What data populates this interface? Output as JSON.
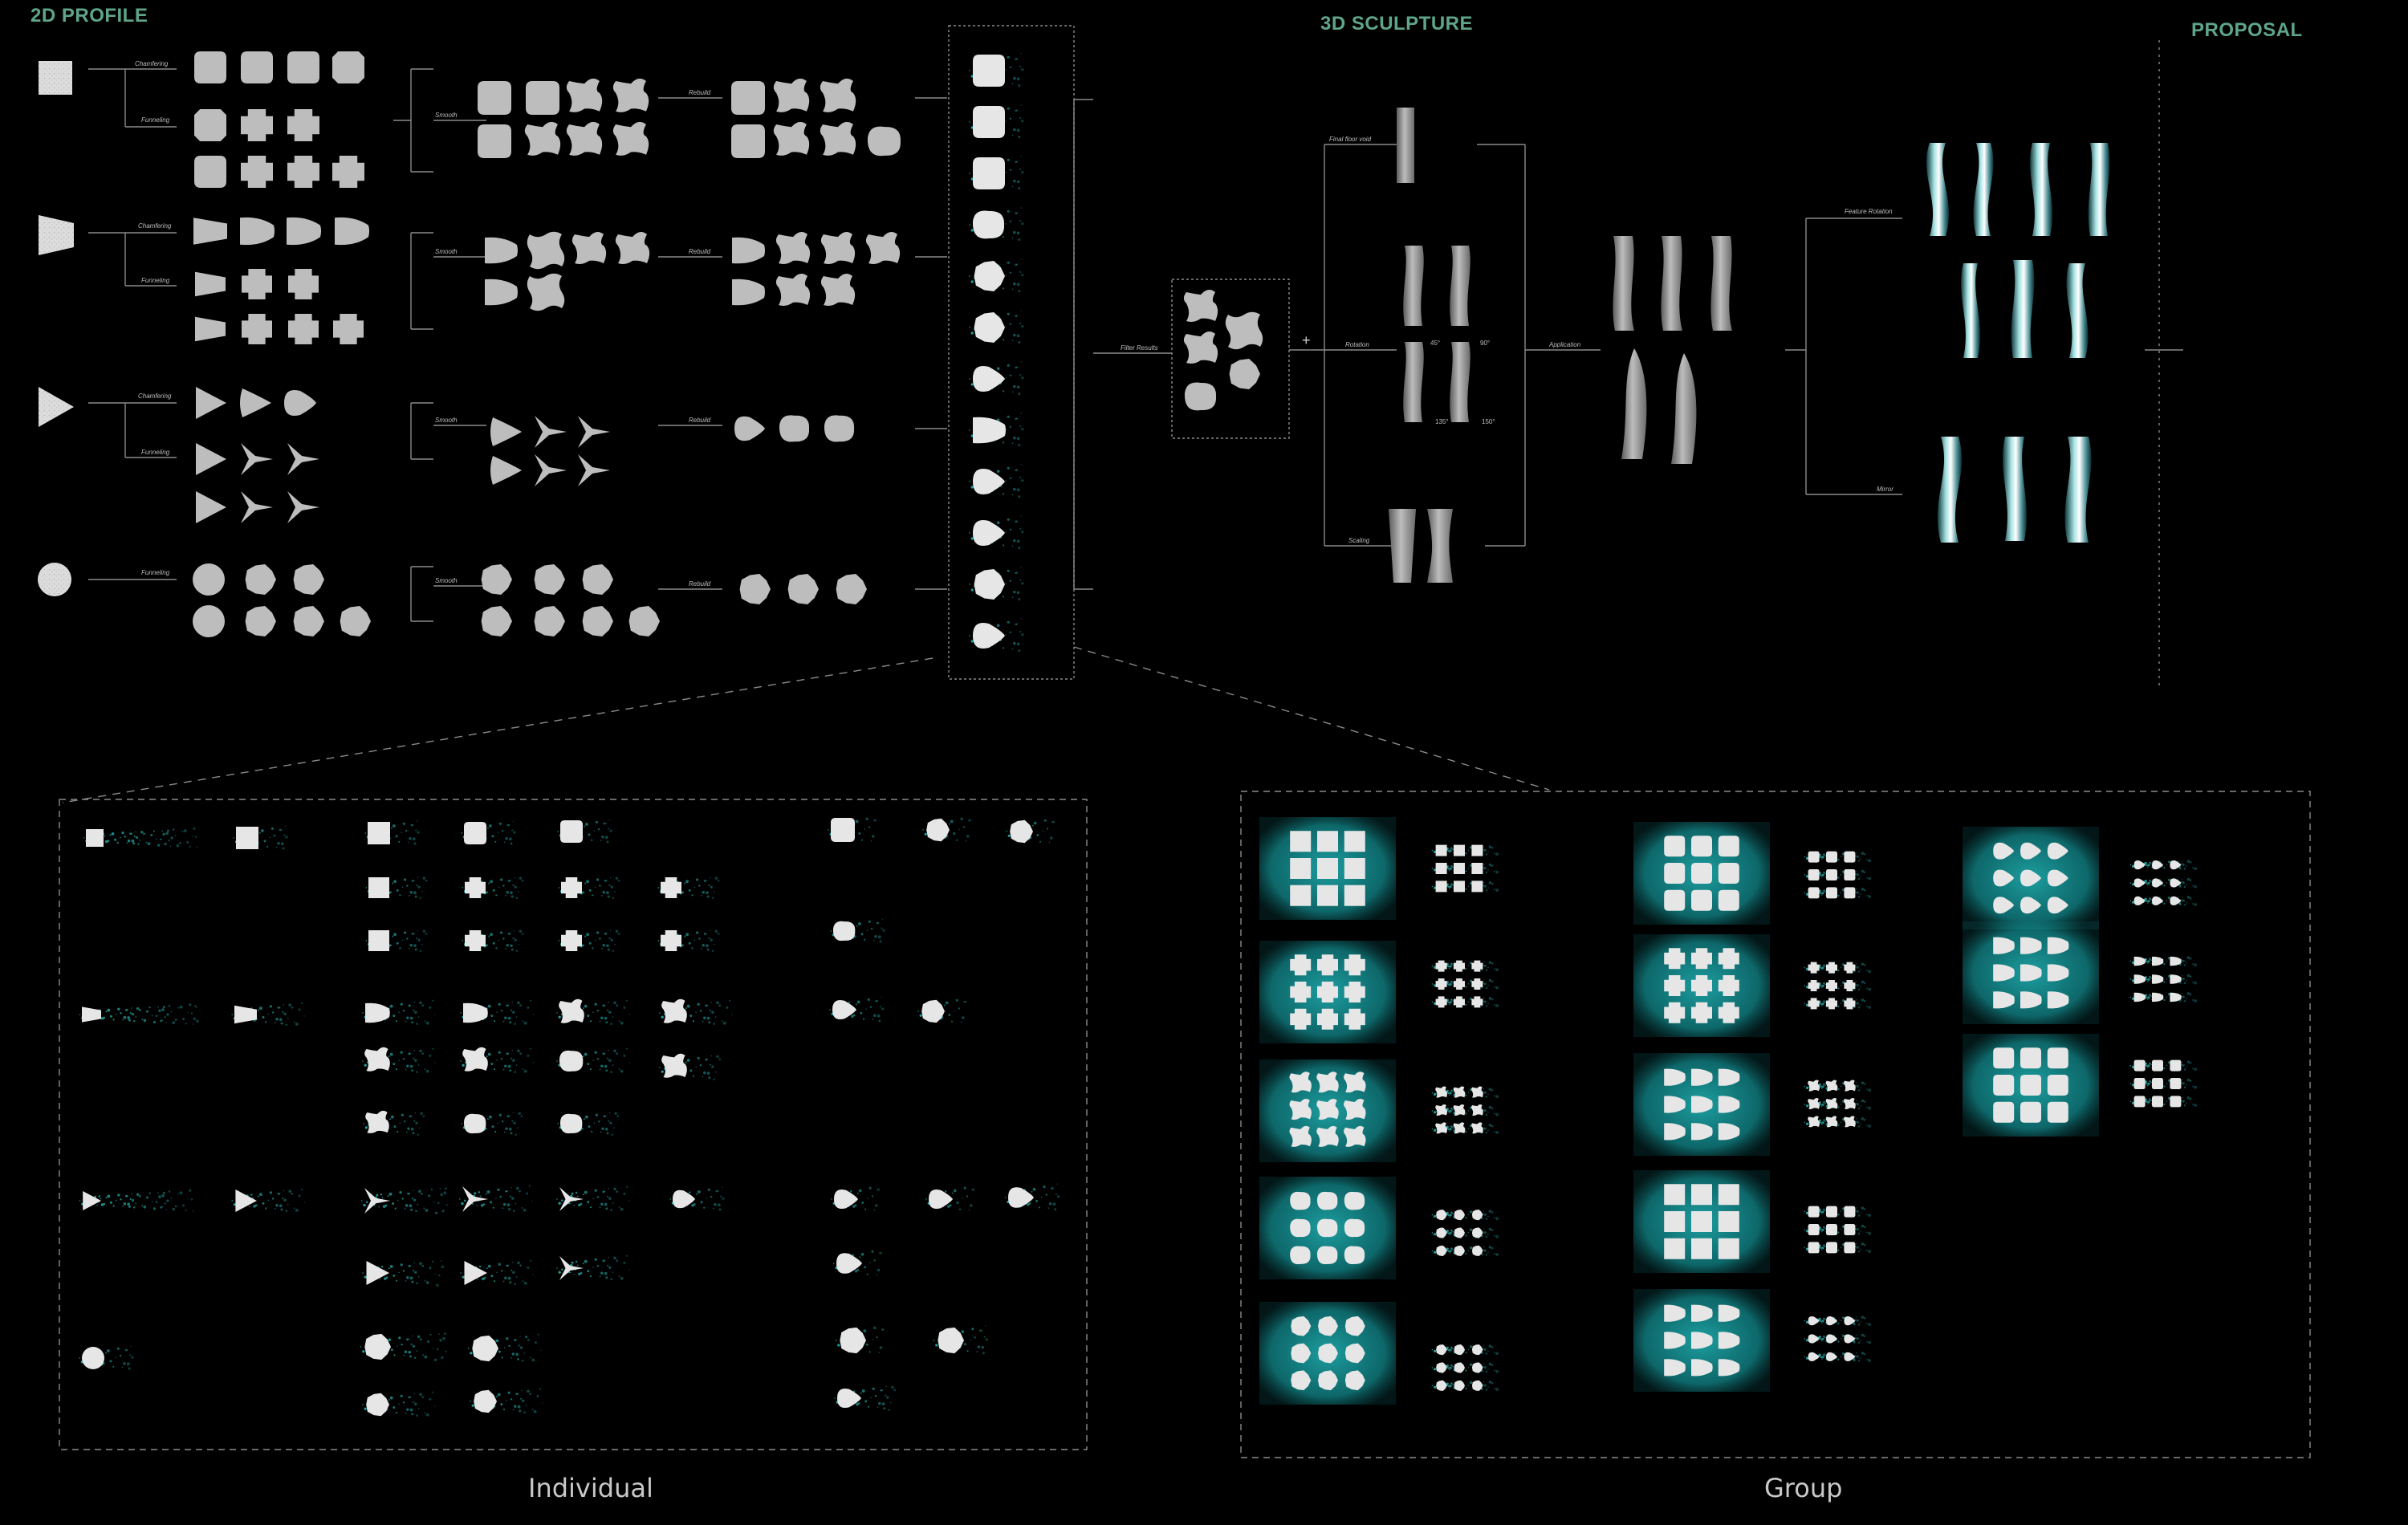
{
  "sections": {
    "profile": "2D PROFILE",
    "sculpture": "3D SCULPTURE",
    "proposal": "PROPOSAL"
  },
  "captions": {
    "individual": "Individual",
    "group": "Group"
  },
  "operations": {
    "chamfering": "Chamfering",
    "funneling": "Funneling",
    "smooth": "Smooth",
    "rebuild": "Rebuild",
    "filter": "Filter Results",
    "final_void": "Final floor void",
    "rotation": "Rotation",
    "scaling": "Scaling",
    "application": "Application",
    "feature_rotation": "Feature Rotation",
    "mirror": "Mirror"
  },
  "angles": [
    "45°",
    "90°",
    "135°",
    "150°"
  ],
  "plus": "+",
  "colors": {
    "background": "#000000",
    "shape": "#bdbdbd",
    "shape_light": "#e6e6e6",
    "accent": "#29b3b0",
    "line": "#8a8a8a",
    "section_title": "#5fa58a"
  }
}
